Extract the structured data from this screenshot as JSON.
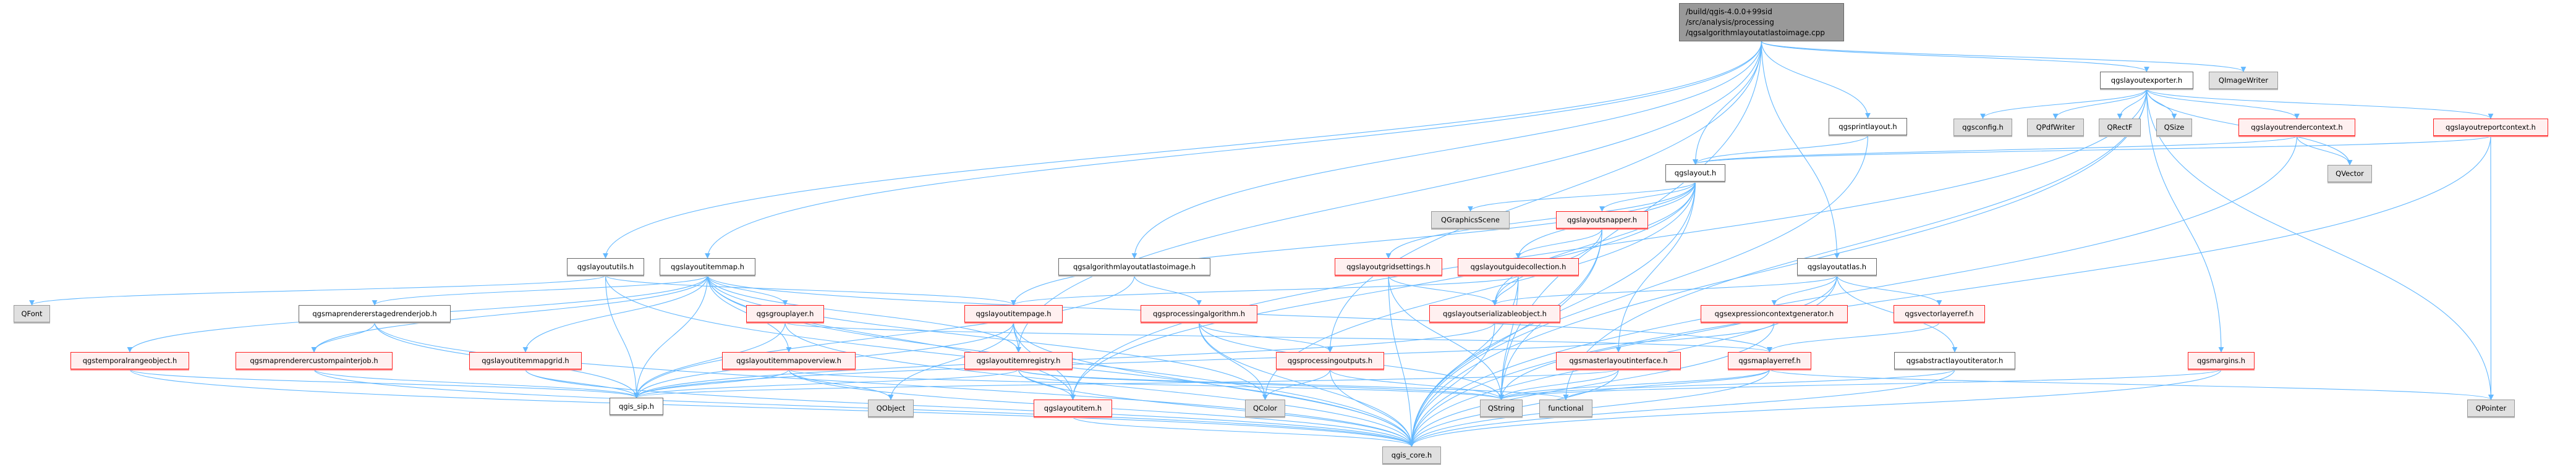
{
  "graph": {
    "edge_color": "#63b8ff",
    "nodes": [
      {
        "id": "root",
        "label": "/build/qgis-4.0.0+99sid\n/src/analysis/processing\n/qgsalgorithmlayoutatlastoimage.cpp",
        "kind": "root"
      },
      {
        "id": "qgslayoututils",
        "label": "qgslayoututils.h",
        "kind": "white"
      },
      {
        "id": "qgslayoutitemmap",
        "label": "qgslayoutitemmap.h",
        "kind": "white"
      },
      {
        "id": "qgsalgorithmlayoutatlastoimage",
        "label": "qgsalgorithmlayoutatlastoimage.h",
        "kind": "white"
      },
      {
        "id": "qgslayout",
        "label": "qgslayout.h",
        "kind": "white"
      },
      {
        "id": "qgsprintlayout",
        "label": "qgsprintlayout.h",
        "kind": "white"
      },
      {
        "id": "qgslayoutexporter",
        "label": "qgslayoutexporter.h",
        "kind": "white"
      },
      {
        "id": "QImageWriter",
        "label": "QImageWriter",
        "kind": "gray"
      },
      {
        "id": "qgsconfig",
        "label": "qgsconfig.h",
        "kind": "gray"
      },
      {
        "id": "QPdfWriter",
        "label": "QPdfWriter",
        "kind": "gray"
      },
      {
        "id": "QRectF",
        "label": "QRectF",
        "kind": "gray"
      },
      {
        "id": "QSize",
        "label": "QSize",
        "kind": "gray"
      },
      {
        "id": "qgslayoutrendercontext",
        "label": "qgslayoutrendercontext.h",
        "kind": "red"
      },
      {
        "id": "qgslayoutreportcontext",
        "label": "qgslayoutreportcontext.h",
        "kind": "red"
      },
      {
        "id": "QVector",
        "label": "QVector",
        "kind": "gray"
      },
      {
        "id": "QGraphicsScene",
        "label": "QGraphicsScene",
        "kind": "gray"
      },
      {
        "id": "qgslayoutsnapper",
        "label": "qgslayoutsnapper.h",
        "kind": "red"
      },
      {
        "id": "qgslayoutgridsettings",
        "label": "qgslayoutgridsettings.h",
        "kind": "red"
      },
      {
        "id": "qgslayoutguidecollection",
        "label": "qgslayoutguidecollection.h",
        "kind": "red"
      },
      {
        "id": "qgslayoutatlas",
        "label": "qgslayoutatlas.h",
        "kind": "white"
      },
      {
        "id": "QFont",
        "label": "QFont",
        "kind": "gray"
      },
      {
        "id": "qgsmaprendererstagedrenderjob",
        "label": "qgsmaprendererstagedrenderjob.h",
        "kind": "white"
      },
      {
        "id": "qgsgrouplayer",
        "label": "qgsgrouplayer.h",
        "kind": "red"
      },
      {
        "id": "qgslayoutitempage",
        "label": "qgslayoutitempage.h",
        "kind": "red"
      },
      {
        "id": "qgsprocessingalgorithm",
        "label": "qgsprocessingalgorithm.h",
        "kind": "red"
      },
      {
        "id": "qgslayoutserializableobject",
        "label": "qgslayoutserializableobject.h",
        "kind": "red"
      },
      {
        "id": "qgsexpressioncontextgenerator",
        "label": "qgsexpressioncontextgenerator.h",
        "kind": "red"
      },
      {
        "id": "qgsvectorlayerref",
        "label": "qgsvectorlayerref.h",
        "kind": "red"
      },
      {
        "id": "qgstemporalrangeobject",
        "label": "qgstemporalrangeobject.h",
        "kind": "red"
      },
      {
        "id": "qgsmaprenderercustompainterjob",
        "label": "qgsmaprenderercustompainterjob.h",
        "kind": "red"
      },
      {
        "id": "qgslayoutitemmapgrid",
        "label": "qgslayoutitemmapgrid.h",
        "kind": "red"
      },
      {
        "id": "qgslayoutitemmapoverview",
        "label": "qgslayoutitemmapoverview.h",
        "kind": "red"
      },
      {
        "id": "qgslayoutitemregistry",
        "label": "qgslayoutitemregistry.h",
        "kind": "red"
      },
      {
        "id": "qgsprocessingoutputs",
        "label": "qgsprocessingoutputs.h",
        "kind": "red"
      },
      {
        "id": "qgsmasterlayoutinterface",
        "label": "qgsmasterlayoutinterface.h",
        "kind": "red"
      },
      {
        "id": "qgsmaplayerref",
        "label": "qgsmaplayerref.h",
        "kind": "red"
      },
      {
        "id": "qgsabstractlayoutiterator",
        "label": "qgsabstractlayoutiterator.h",
        "kind": "white"
      },
      {
        "id": "qgsmargins",
        "label": "qgsmargins.h",
        "kind": "red"
      },
      {
        "id": "qgis_sip",
        "label": "qgis_sip.h",
        "kind": "white"
      },
      {
        "id": "QObject",
        "label": "QObject",
        "kind": "gray"
      },
      {
        "id": "qgslayoutitem",
        "label": "qgslayoutitem.h",
        "kind": "red"
      },
      {
        "id": "QColor",
        "label": "QColor",
        "kind": "gray"
      },
      {
        "id": "QString",
        "label": "QString",
        "kind": "gray"
      },
      {
        "id": "functional",
        "label": "functional",
        "kind": "gray"
      },
      {
        "id": "QPointer",
        "label": "QPointer",
        "kind": "gray"
      },
      {
        "id": "qgis_core",
        "label": "qgis_core.h",
        "kind": "gray"
      }
    ],
    "edges": [
      [
        "root",
        "qgslayoututils"
      ],
      [
        "root",
        "qgslayoutitemmap"
      ],
      [
        "root",
        "qgsalgorithmlayoutatlastoimage"
      ],
      [
        "root",
        "qgslayout"
      ],
      [
        "root",
        "qgsprintlayout"
      ],
      [
        "root",
        "qgslayoutexporter"
      ],
      [
        "root",
        "QImageWriter"
      ],
      [
        "root",
        "qgslayoutatlas"
      ],
      [
        "root",
        "qgsprocessingoutputs"
      ],
      [
        "root",
        "qgslayoutitemregistry"
      ],
      [
        "root",
        "QString"
      ],
      [
        "qgslayoututils",
        "QFont"
      ],
      [
        "qgslayoututils",
        "qgis_core"
      ],
      [
        "qgslayoututils",
        "qgis_sip"
      ],
      [
        "qgslayoututils",
        "qgslayoutitempage"
      ],
      [
        "qgslayoutitemmap",
        "qgsmaprendererstagedrenderjob"
      ],
      [
        "qgslayoutitemmap",
        "qgstemporalrangeobject"
      ],
      [
        "qgslayoutitemmap",
        "qgsmaprenderercustompainterjob"
      ],
      [
        "qgslayoutitemmap",
        "qgslayoutitemmapgrid"
      ],
      [
        "qgslayoutitemmap",
        "qgsgrouplayer"
      ],
      [
        "qgslayoutitemmap",
        "qgslayoutitemmapoverview"
      ],
      [
        "qgslayoutitemmap",
        "qgslayoutitem"
      ],
      [
        "qgslayoutitemmap",
        "qgis_core"
      ],
      [
        "qgslayoutitemmap",
        "qgis_sip"
      ],
      [
        "qgslayoutitemmap",
        "QColor"
      ],
      [
        "qgslayoutitemmap",
        "qgslayoutitemregistry"
      ],
      [
        "qgslayoutitemmap",
        "qgsmaplayerref"
      ],
      [
        "qgsmaprendererstagedrenderjob",
        "qgsmaprenderercustompainterjob"
      ],
      [
        "qgsmaprendererstagedrenderjob",
        "qgis_core"
      ],
      [
        "qgsmaprendererstagedrenderjob",
        "qgis_sip"
      ],
      [
        "qgstemporalrangeobject",
        "qgis_core"
      ],
      [
        "qgstemporalrangeobject",
        "qgis_sip"
      ],
      [
        "qgsmaprenderercustompainterjob",
        "qgis_core"
      ],
      [
        "qgsmaprenderercustompainterjob",
        "qgis_sip"
      ],
      [
        "qgslayoutitemmapgrid",
        "qgis_core"
      ],
      [
        "qgslayoutitemmapgrid",
        "qgis_sip"
      ],
      [
        "qgsgrouplayer",
        "qgis_core"
      ],
      [
        "qgsgrouplayer",
        "qgis_sip"
      ],
      [
        "qgsgrouplayer",
        "qgsmaplayerref"
      ],
      [
        "qgslayoutitemmapoverview",
        "qgis_sip"
      ],
      [
        "qgslayoutitemmapoverview",
        "qgis_core"
      ],
      [
        "qgslayoutitemmapoverview",
        "QObject"
      ],
      [
        "qgslayoutitemmapoverview",
        "QString"
      ],
      [
        "qgsalgorithmlayoutatlastoimage",
        "qgsprocessingalgorithm"
      ],
      [
        "qgsalgorithmlayoutatlastoimage",
        "qgis_sip"
      ],
      [
        "qgsprocessingalgorithm",
        "qgsprocessingoutputs"
      ],
      [
        "qgsprocessingalgorithm",
        "qgis_core"
      ],
      [
        "qgsprocessingalgorithm",
        "QString"
      ],
      [
        "qgsprocessingalgorithm",
        "QColor"
      ],
      [
        "qgsprocessingoutputs",
        "qgis_core"
      ],
      [
        "qgsprocessingoutputs",
        "QColor"
      ],
      [
        "qgsprocessingoutputs",
        "QString"
      ],
      [
        "qgslayout",
        "QGraphicsScene"
      ],
      [
        "qgslayout",
        "qgslayoutsnapper"
      ],
      [
        "qgslayout",
        "qgslayoutgridsettings"
      ],
      [
        "qgslayout",
        "qgslayoutguidecollection"
      ],
      [
        "qgslayout",
        "qgslayoutitempage"
      ],
      [
        "qgslayout",
        "qgsmasterlayoutinterface"
      ],
      [
        "qgslayout",
        "qgslayoutserializableobject"
      ],
      [
        "qgslayout",
        "qgis_core"
      ],
      [
        "qgslayout",
        "qgslayoutitem"
      ],
      [
        "qgslayout",
        "QColor"
      ],
      [
        "qgslayoutsnapper",
        "qgslayoutguidecollection"
      ],
      [
        "qgslayoutsnapper",
        "qgslayoutserializableobject"
      ],
      [
        "qgslayoutsnapper",
        "QString"
      ],
      [
        "qgslayoutsnapper",
        "qgis_core"
      ],
      [
        "qgslayoutgridsettings",
        "qgslayoutserializableobject"
      ],
      [
        "qgslayoutgridsettings",
        "QString"
      ],
      [
        "qgslayoutgridsettings",
        "qgis_core"
      ],
      [
        "qgslayoutguidecollection",
        "qgslayoutserializableobject"
      ],
      [
        "qgslayoutguidecollection",
        "qgslayoutitempage"
      ],
      [
        "qgslayoutguidecollection",
        "QString"
      ],
      [
        "qgslayoutguidecollection",
        "qgis_core"
      ],
      [
        "qgslayoutitempage",
        "qgslayoutitemregistry"
      ],
      [
        "qgslayoutitempage",
        "qgslayoutitem"
      ],
      [
        "qgslayoutitempage",
        "qgis_sip"
      ],
      [
        "qgslayoutitempage",
        "qgis_core"
      ],
      [
        "qgslayoutitempage",
        "QObject"
      ],
      [
        "qgslayoutserializableobject",
        "qgis_sip"
      ],
      [
        "qgslayoutserializableobject",
        "qgis_core"
      ],
      [
        "qgslayoutitemregistry",
        "qgslayoutitem"
      ],
      [
        "qgslayoutitemregistry",
        "qgis_sip"
      ],
      [
        "qgslayoutitemregistry",
        "qgis_core"
      ],
      [
        "qgslayoutitemregistry",
        "QString"
      ],
      [
        "qgslayoutitemregistry",
        "functional"
      ],
      [
        "qgsmasterlayoutinterface",
        "QString"
      ],
      [
        "qgsmasterlayoutinterface",
        "qgis_core"
      ],
      [
        "qgsmasterlayoutinterface",
        "qgis_sip"
      ],
      [
        "qgslayoutitem",
        "qgis_core"
      ],
      [
        "qgsprintlayout",
        "qgslayout"
      ],
      [
        "qgsprintlayout",
        "qgis_core"
      ],
      [
        "qgslayoutexporter",
        "qgsconfig"
      ],
      [
        "qgslayoutexporter",
        "QPdfWriter"
      ],
      [
        "qgslayoutexporter",
        "QRectF"
      ],
      [
        "qgslayoutexporter",
        "QSize"
      ],
      [
        "qgslayoutexporter",
        "qgslayoutrendercontext"
      ],
      [
        "qgslayoutexporter",
        "qgslayoutreportcontext"
      ],
      [
        "qgslayoutexporter",
        "QVector"
      ],
      [
        "qgslayoutexporter",
        "qgis_core"
      ],
      [
        "qgslayoutexporter",
        "QPointer"
      ],
      [
        "qgslayoutexporter",
        "qgsmargins"
      ],
      [
        "qgslayoutexporter",
        "qgslayoutitem"
      ],
      [
        "qgslayoutexporter",
        "functional"
      ],
      [
        "qgslayoutrendercontext",
        "QVector"
      ],
      [
        "qgslayoutrendercontext",
        "qgis_core"
      ],
      [
        "qgslayoutrendercontext",
        "qgslayout"
      ],
      [
        "qgslayoutreportcontext",
        "QPointer"
      ],
      [
        "qgslayoutreportcontext",
        "qgis_core"
      ],
      [
        "qgslayoutreportcontext",
        "qgslayout"
      ],
      [
        "qgslayoutatlas",
        "qgsexpressioncontextgenerator"
      ],
      [
        "qgslayoutatlas",
        "qgsvectorlayerref"
      ],
      [
        "qgslayoutatlas",
        "qgsabstractlayoutiterator"
      ],
      [
        "qgslayoutatlas",
        "qgslayoutserializableobject"
      ],
      [
        "qgslayoutatlas",
        "qgis_core"
      ],
      [
        "qgslayoutatlas",
        "QString"
      ],
      [
        "qgsvectorlayerref",
        "qgsmaplayerref"
      ],
      [
        "qgsmaplayerref",
        "QPointer"
      ],
      [
        "qgsmaplayerref",
        "qgis_core"
      ],
      [
        "qgsmaplayerref",
        "functional"
      ],
      [
        "qgsmaplayerref",
        "QString"
      ],
      [
        "qgsabstractlayoutiterator",
        "qgis_core"
      ],
      [
        "qgsabstractlayoutiterator",
        "QString"
      ],
      [
        "qgsmargins",
        "qgis_core"
      ],
      [
        "qgsmargins",
        "QString"
      ],
      [
        "qgsexpressioncontextgenerator",
        "qgis_core"
      ],
      [
        "qgsexpressioncontextgenerator",
        "qgis_sip"
      ]
    ]
  }
}
